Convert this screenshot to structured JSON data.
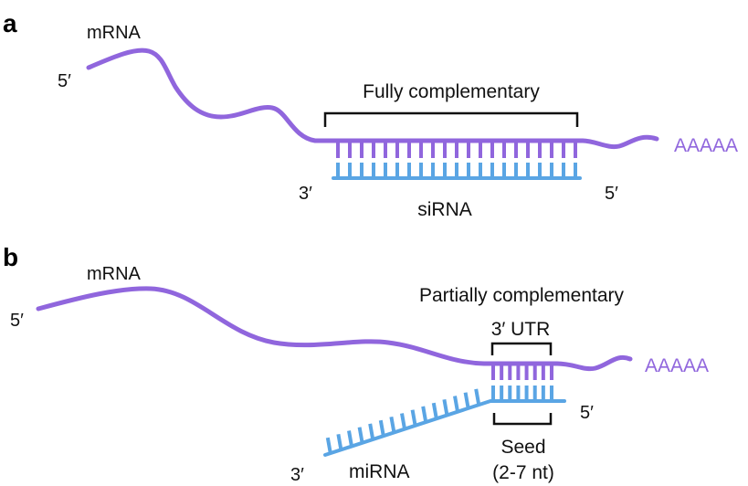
{
  "colors": {
    "mrna": "#9066dd",
    "small_rna": "#5aa5e4",
    "text": "#111111",
    "bracket": "#111111"
  },
  "panel_a": {
    "letter": "a",
    "mrna_label": "mRNA",
    "mrna_5prime": "5′",
    "polya": "AAAAA",
    "bracket_label": "Fully complementary",
    "sirna_3prime": "3′",
    "sirna_5prime": "5′",
    "sirna_label": "siRNA"
  },
  "panel_b": {
    "letter": "b",
    "mrna_label": "mRNA",
    "mrna_5prime": "5′",
    "polya": "AAAAA",
    "complementarity_label": "Partially complementary",
    "utr_label": "3′ UTR",
    "mirna_5prime": "5′",
    "mirna_3prime": "3′",
    "mirna_label": "miRNA",
    "seed_label": "Seed",
    "seed_range": "(2-7 nt)"
  }
}
